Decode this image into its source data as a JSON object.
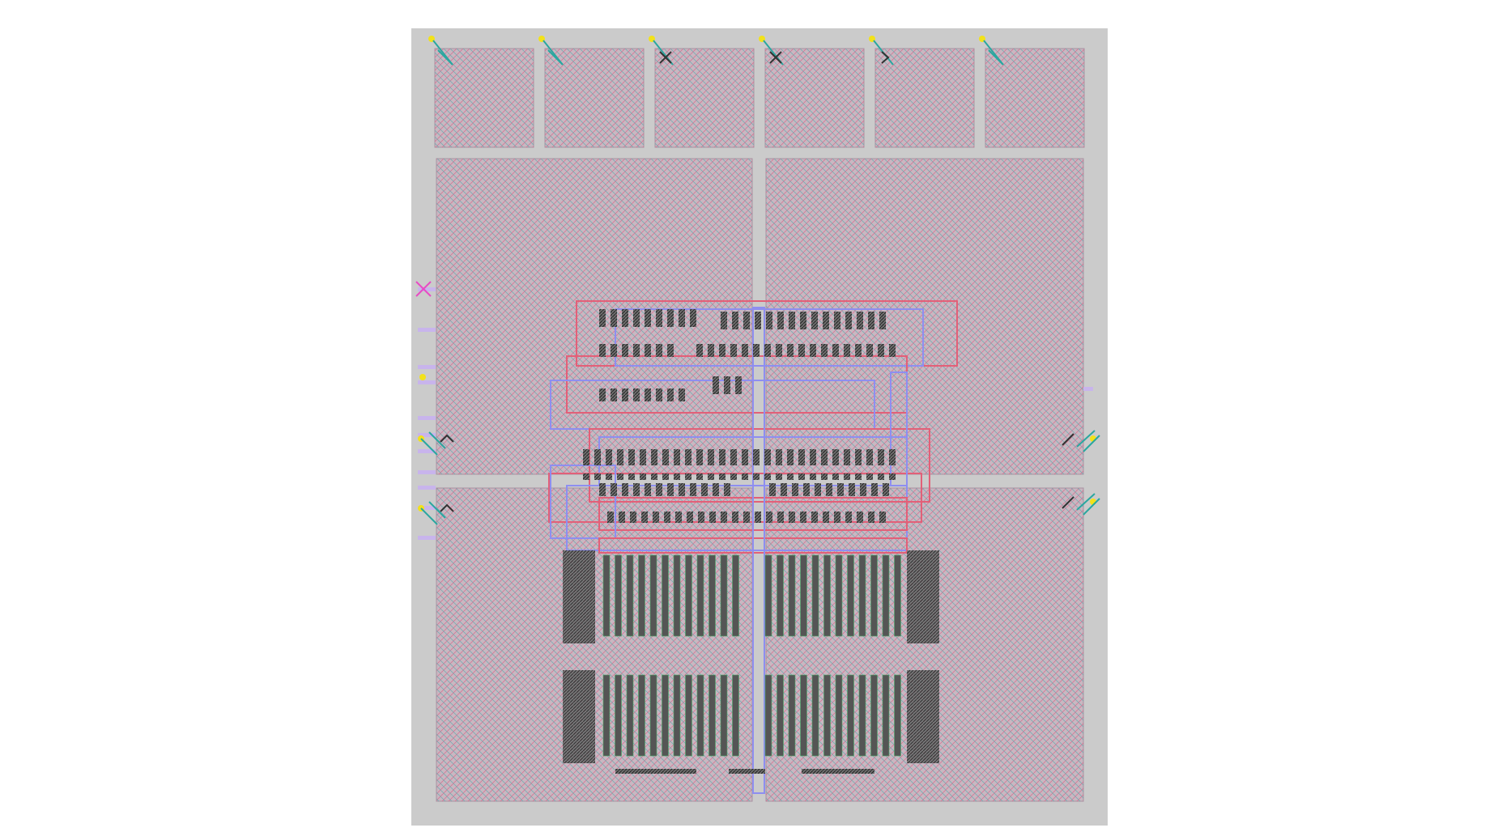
{
  "layout_view": {
    "colors": {
      "background": "#ffffff",
      "die_fill": "#cbcbcb",
      "pad_fill": "#c9b7c1",
      "hatch_red": "#d86a8c",
      "hatch_teal": "#6aaab0",
      "metal_blue": "#8e8ef0",
      "metal_pink": "#e84cc4",
      "route_red": "#e26078",
      "contact_dark": "#333333",
      "pin_yellow": "#f2e21a",
      "pin_teal": "#2aa7a0",
      "label_lilac": "#c8b4ec"
    },
    "top_pads": [
      {
        "pin_marker": "diagonal-slash-icon"
      },
      {
        "pin_marker": "diagonal-slash-icon"
      },
      {
        "pin_marker": "x-cross-icon"
      },
      {
        "pin_marker": "x-cross-icon"
      },
      {
        "pin_marker": "chevron-right-icon"
      },
      {
        "pin_marker": "diagonal-slash-icon"
      }
    ],
    "large_pads": [
      "top-left",
      "top-right",
      "bottom-left",
      "bottom-right"
    ],
    "side_pins": {
      "left": [
        "chevron-up-icon",
        "chevron-up-icon"
      ],
      "right": [
        "diagonal-slash-icon",
        "diagonal-slash-icon"
      ]
    },
    "transistor_array": {
      "columns_per_half": 12,
      "rows": 2
    }
  }
}
